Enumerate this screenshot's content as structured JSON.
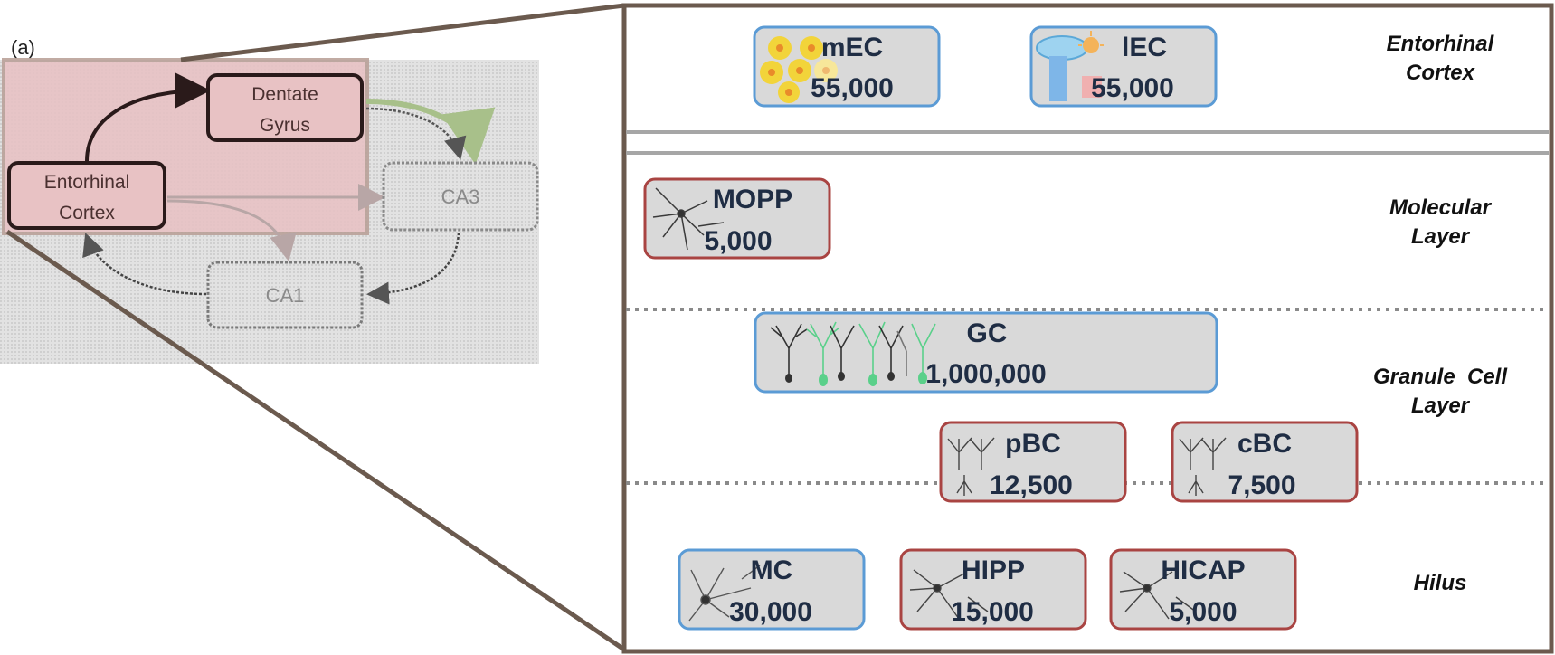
{
  "panel_label": "(a)",
  "loop": {
    "entorhinal": [
      "Entorhinal",
      "Cortex"
    ],
    "dentate": [
      "Dentate",
      "Gyrus"
    ],
    "ca3": "CA3",
    "ca1": "CA1"
  },
  "layers": {
    "entorhinal": [
      "Entorhinal",
      "Cortex"
    ],
    "molecular": [
      "Molecular",
      "Layer"
    ],
    "granule": [
      "Granule  Cell",
      "Layer"
    ],
    "hilus": "Hilus"
  },
  "cells": {
    "mec": {
      "name": "mEC",
      "count": "55,000",
      "border": "#5b9bd5"
    },
    "lec": {
      "name": "lEC",
      "count": "55,000",
      "border": "#5b9bd5"
    },
    "mopp": {
      "name": "MOPP",
      "count": "5,000",
      "border": "#a94442"
    },
    "gc": {
      "name": "GC",
      "count": "1,000,000",
      "border": "#5b9bd5"
    },
    "pbc": {
      "name": "pBC",
      "count": "12,500",
      "border": "#a94442"
    },
    "cbc": {
      "name": "cBC",
      "count": "7,500",
      "border": "#a94442"
    },
    "mc": {
      "name": "MC",
      "count": "30,000",
      "border": "#5b9bd5"
    },
    "hipp": {
      "name": "HIPP",
      "count": "15,000",
      "border": "#a94442"
    },
    "hicap": {
      "name": "HICAP",
      "count": "5,000",
      "border": "#a94442"
    }
  },
  "colors": {
    "frame": "#6b5a4e",
    "box_fill": "#d9d9d9",
    "excitatory_border": "#5b9bd5",
    "inhibitory_border": "#a94442",
    "highlight": "#e8c2c4"
  }
}
